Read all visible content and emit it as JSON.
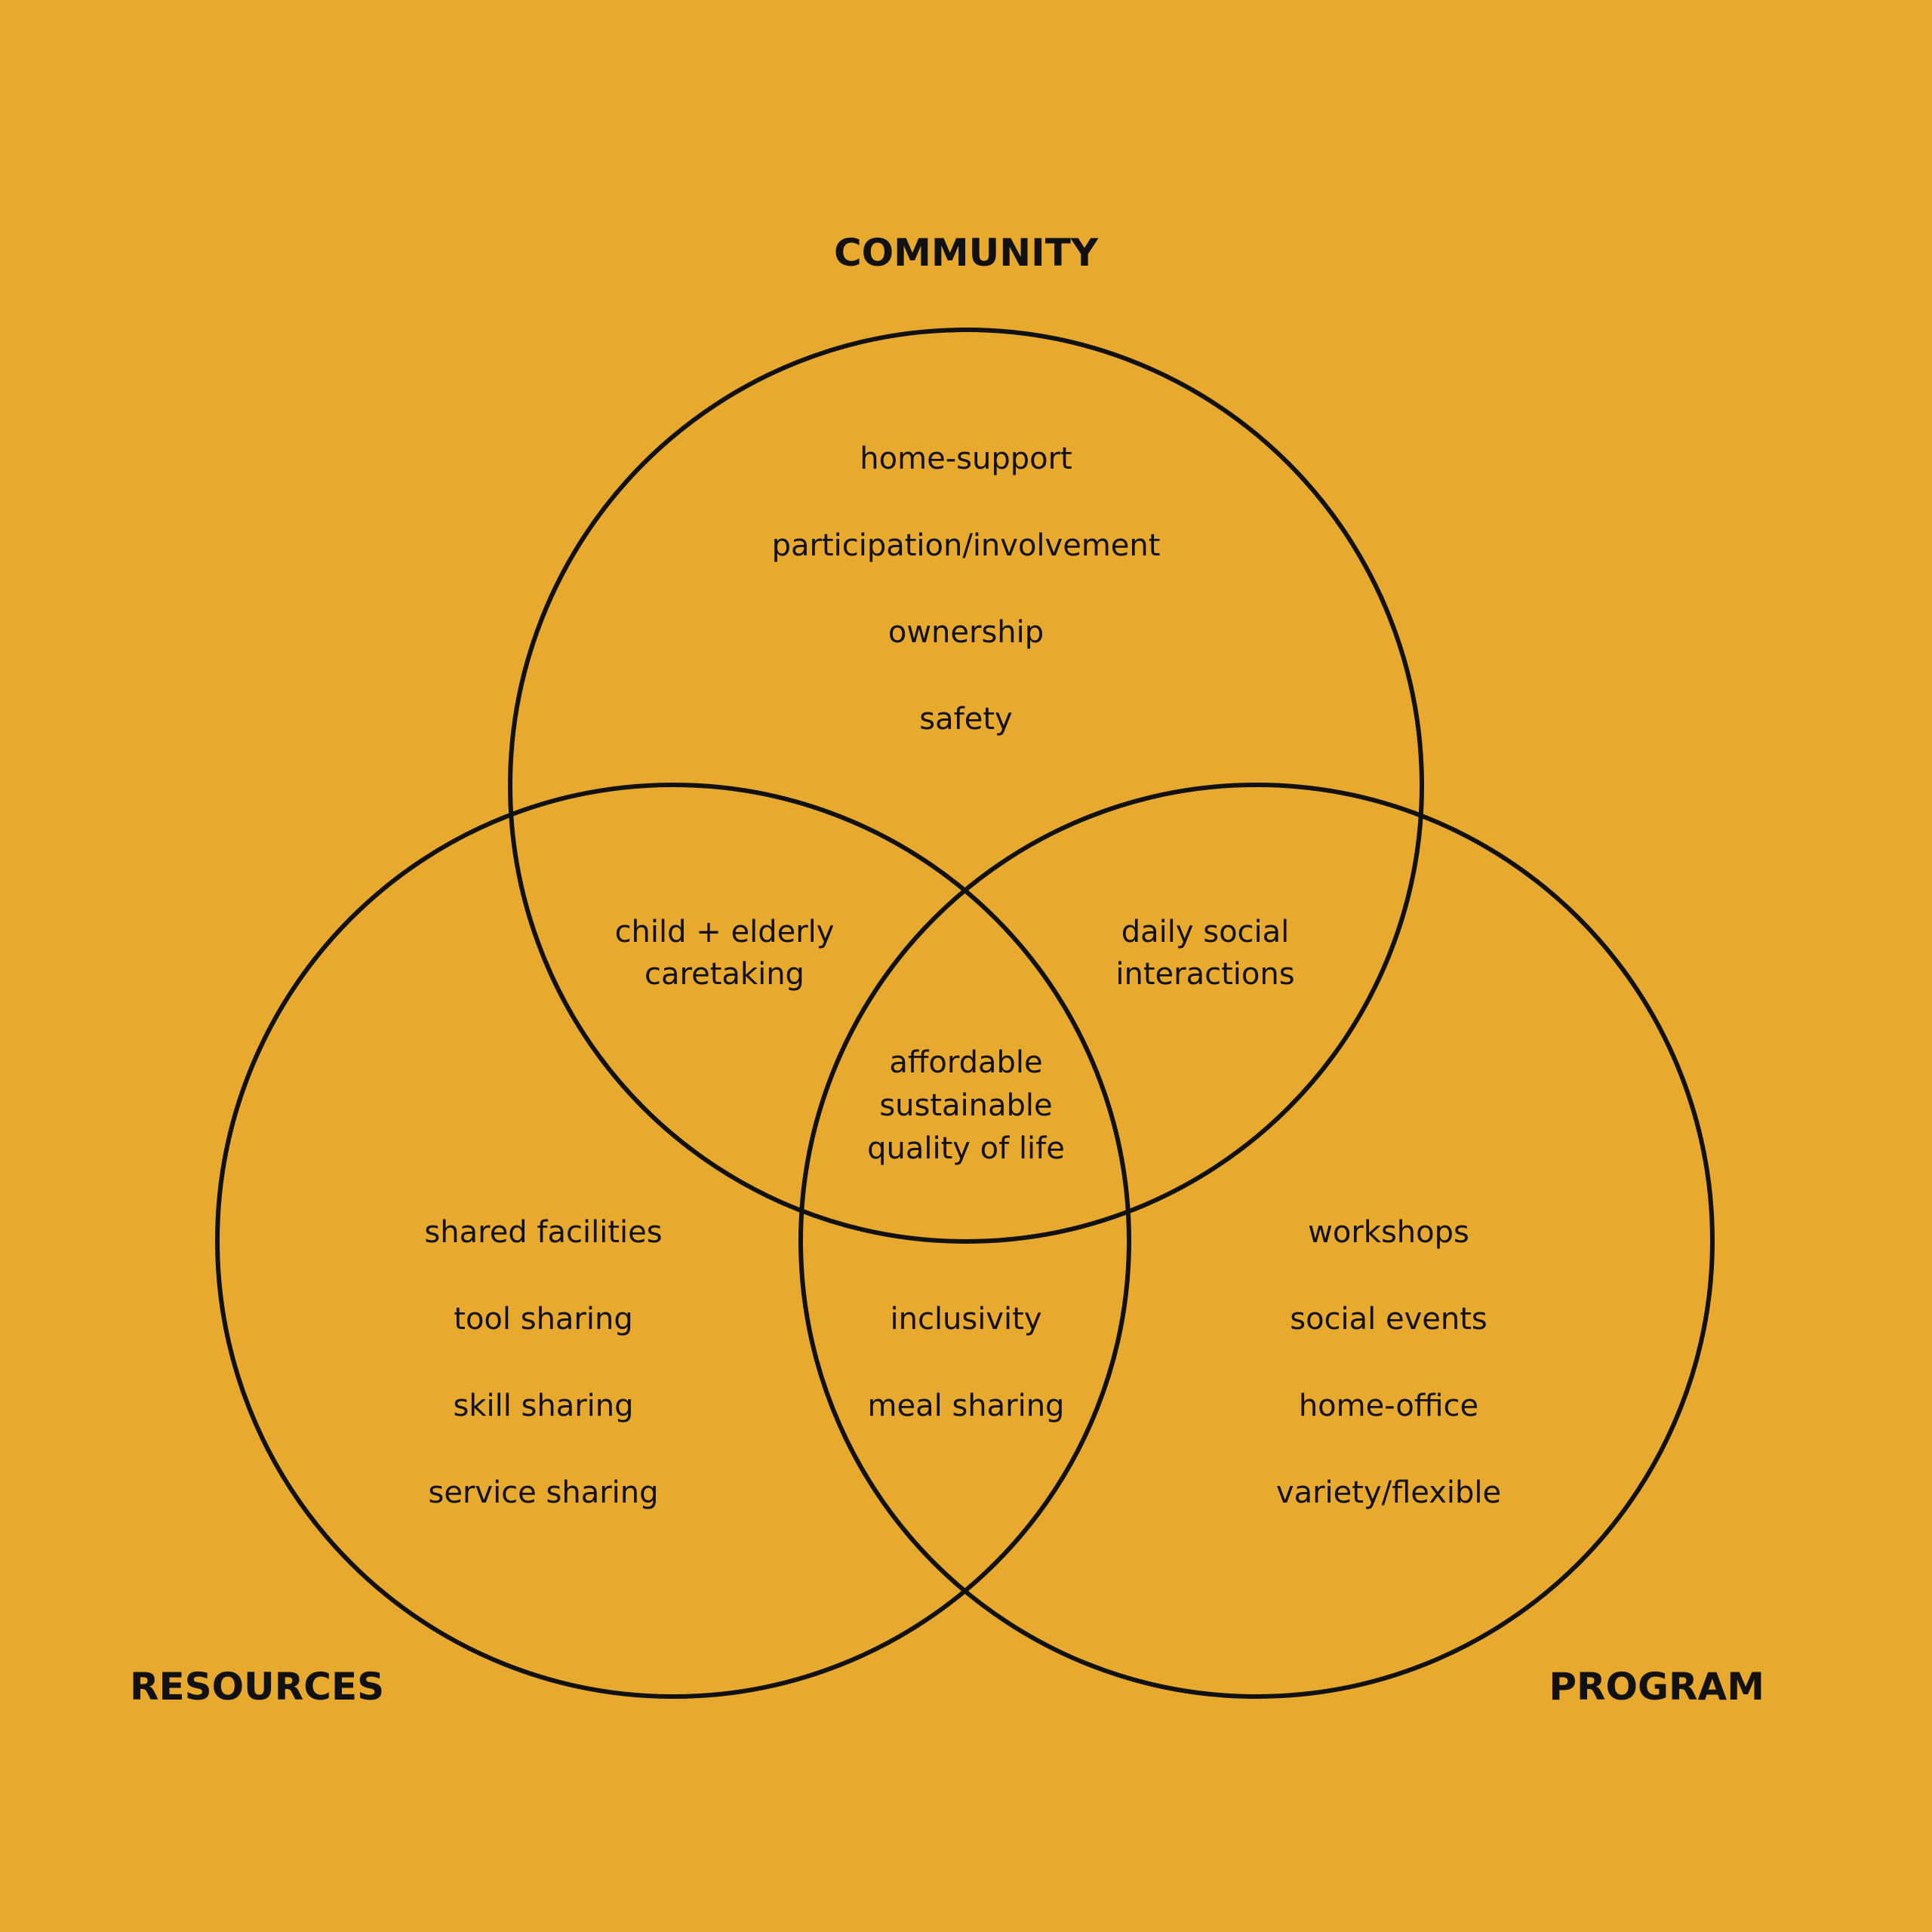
{
  "diagram": {
    "type": "venn",
    "background_color": "#E8AA2E",
    "line_color": "#111111",
    "sets": [
      {
        "id": "community",
        "label": "COMMUNITY"
      },
      {
        "id": "resources",
        "label": "RESOURCES"
      },
      {
        "id": "program",
        "label": "PROGRAM"
      }
    ],
    "regions": {
      "community_only": [
        "home-support",
        "participation/involvement",
        "ownership",
        "safety"
      ],
      "resources_only": [
        "shared facilities",
        "tool sharing",
        "skill sharing",
        "service sharing"
      ],
      "program_only": [
        "workshops",
        "social events",
        "home-office",
        "variety/flexible"
      ],
      "community_resources": [
        "child + elderly",
        "caretaking"
      ],
      "community_program": [
        "daily social",
        "interactions"
      ],
      "resources_program": [
        "inclusivity",
        "meal sharing"
      ],
      "all_three": [
        "affordable",
        "sustainable",
        "quality of life"
      ]
    }
  }
}
